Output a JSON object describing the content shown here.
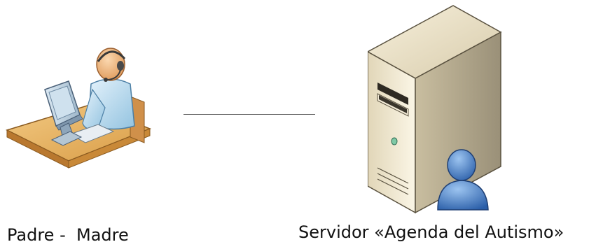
{
  "diagram": {
    "nodes": {
      "user": {
        "label": "Padre -  Madre",
        "icon": "person-at-computer-icon"
      },
      "server": {
        "label": "Servidor «Agenda del Autismo»",
        "icon": "server-tower-icon"
      }
    },
    "edges": [
      {
        "from": "user",
        "to": "server",
        "style": "line"
      }
    ],
    "colors": {
      "skin": "#f3b97f",
      "shirt": "#c9e3f3",
      "desk": "#e8b86a",
      "server_body": "#ece3cc",
      "server_side": "#a69c82",
      "person_badge": "#3d74c4",
      "connector": "#555555"
    }
  }
}
